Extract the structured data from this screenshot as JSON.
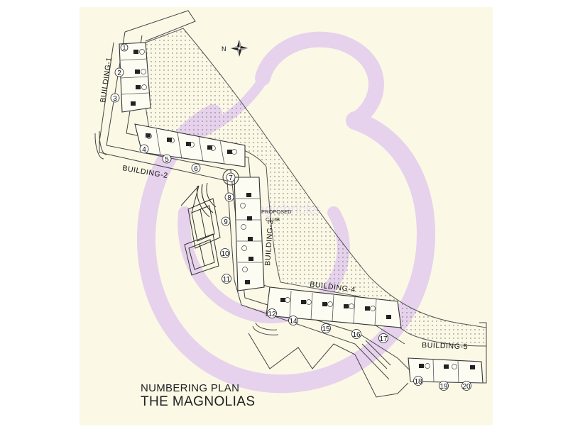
{
  "plan": {
    "title_line1": "NUMBERING PLAN",
    "title_line2": "THE MAGNOLIAS",
    "compass_label": "N",
    "watermark": "magicbricks",
    "club_label_line1": "PROPOSED",
    "club_label_line2": "CLUB",
    "buildings": [
      "BUILDING-1",
      "BUILDING-2",
      "BUILDING-3",
      "BUILDING-4",
      "BUILDING-5"
    ],
    "units": [
      "1",
      "2",
      "3",
      "4",
      "5",
      "6",
      "7",
      "8",
      "9",
      "10",
      "11",
      "12",
      "14",
      "15",
      "16",
      "17",
      "18",
      "19",
      "20"
    ]
  },
  "colors": {
    "background": "#fbf8e6",
    "watermark": "#e6d2ec",
    "line": "#444444",
    "text": "#222222"
  }
}
